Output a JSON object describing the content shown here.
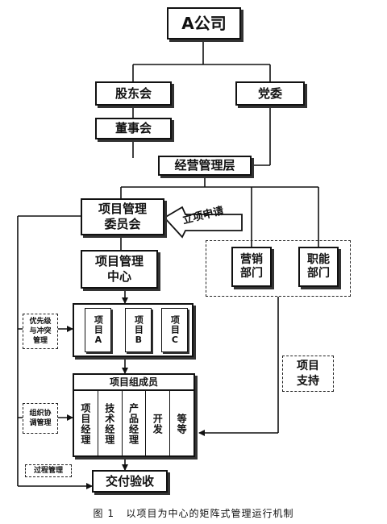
{
  "nodes": {
    "company": "A公司",
    "shareholders": "股东会",
    "party_committee": "党委",
    "board": "董事会",
    "management": "经营管理层",
    "pm_committee": "项目管理\n委员会",
    "pm_center": "项目管理\n中心",
    "sales": "营销\n部门",
    "functional": "职能\n部门",
    "project_a": "项目A",
    "project_b": "项目B",
    "project_c": "项目C",
    "team_title": "项目组成员",
    "team_members": [
      "项目经理",
      "技术经理",
      "产品经理",
      "开发",
      "等等"
    ],
    "delivery": "交付验收"
  },
  "labels": {
    "approval": "立项申请",
    "support": "项目\n支持",
    "priority": "优先级\n与冲突\n管理",
    "coordination": "组织协\n调管理",
    "process": "过程管理"
  },
  "caption": "图 1   以项目为中心的矩阵式管理运行机制"
}
